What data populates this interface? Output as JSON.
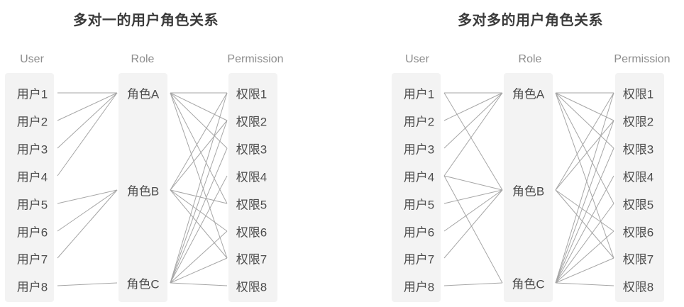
{
  "page": {
    "background": "#ffffff"
  },
  "colors": {
    "band": "#f3f3f3",
    "line": "#a6a6a6",
    "label_text": "#4c4c4c",
    "header_text": "#8d8d8d",
    "title_text": "#3b3b3b"
  },
  "diagrams": [
    {
      "title": "多对一的用户角色关系",
      "headers": {
        "user": "User",
        "role": "Role",
        "permission": "Permission"
      },
      "users": [
        "用户1",
        "用户2",
        "用户3",
        "用户4",
        "用户5",
        "用户6",
        "用户7",
        "用户8"
      ],
      "roles": [
        "角色A",
        "角色B",
        "角色C"
      ],
      "permissions": [
        "权限1",
        "权限2",
        "权限3",
        "权限4",
        "权限5",
        "权限6",
        "权限7",
        "权限8"
      ],
      "user_role_edges": [
        [
          0,
          0
        ],
        [
          1,
          0
        ],
        [
          2,
          0
        ],
        [
          3,
          0
        ],
        [
          4,
          1
        ],
        [
          5,
          1
        ],
        [
          6,
          1
        ],
        [
          7,
          2
        ]
      ],
      "role_permission_edges": [
        [
          0,
          0
        ],
        [
          0,
          1
        ],
        [
          0,
          2
        ],
        [
          0,
          4
        ],
        [
          0,
          6
        ],
        [
          1,
          0
        ],
        [
          1,
          1
        ],
        [
          1,
          4
        ],
        [
          1,
          5
        ],
        [
          1,
          6
        ],
        [
          2,
          0
        ],
        [
          2,
          1
        ],
        [
          2,
          2
        ],
        [
          2,
          3
        ],
        [
          2,
          5
        ],
        [
          2,
          6
        ],
        [
          2,
          7
        ]
      ]
    },
    {
      "title": "多对多的用户角色关系",
      "headers": {
        "user": "User",
        "role": "Role",
        "permission": "Permission"
      },
      "users": [
        "用户1",
        "用户2",
        "用户3",
        "用户4",
        "用户5",
        "用户6",
        "用户7",
        "用户8"
      ],
      "roles": [
        "角色A",
        "角色B",
        "角色C"
      ],
      "permissions": [
        "权限1",
        "权限2",
        "权限3",
        "权限4",
        "权限5",
        "权限6",
        "权限7",
        "权限8"
      ],
      "user_role_edges": [
        [
          0,
          0
        ],
        [
          0,
          1
        ],
        [
          1,
          0
        ],
        [
          2,
          0
        ],
        [
          3,
          0
        ],
        [
          3,
          1
        ],
        [
          3,
          2
        ],
        [
          4,
          1
        ],
        [
          5,
          1
        ],
        [
          6,
          1
        ],
        [
          7,
          2
        ]
      ],
      "role_permission_edges": [
        [
          0,
          0
        ],
        [
          0,
          1
        ],
        [
          0,
          2
        ],
        [
          0,
          4
        ],
        [
          0,
          6
        ],
        [
          1,
          0
        ],
        [
          1,
          1
        ],
        [
          1,
          5
        ],
        [
          1,
          6
        ],
        [
          2,
          0
        ],
        [
          2,
          1
        ],
        [
          2,
          2
        ],
        [
          2,
          3
        ],
        [
          2,
          4
        ],
        [
          2,
          5
        ],
        [
          2,
          6
        ],
        [
          2,
          7
        ]
      ]
    }
  ]
}
